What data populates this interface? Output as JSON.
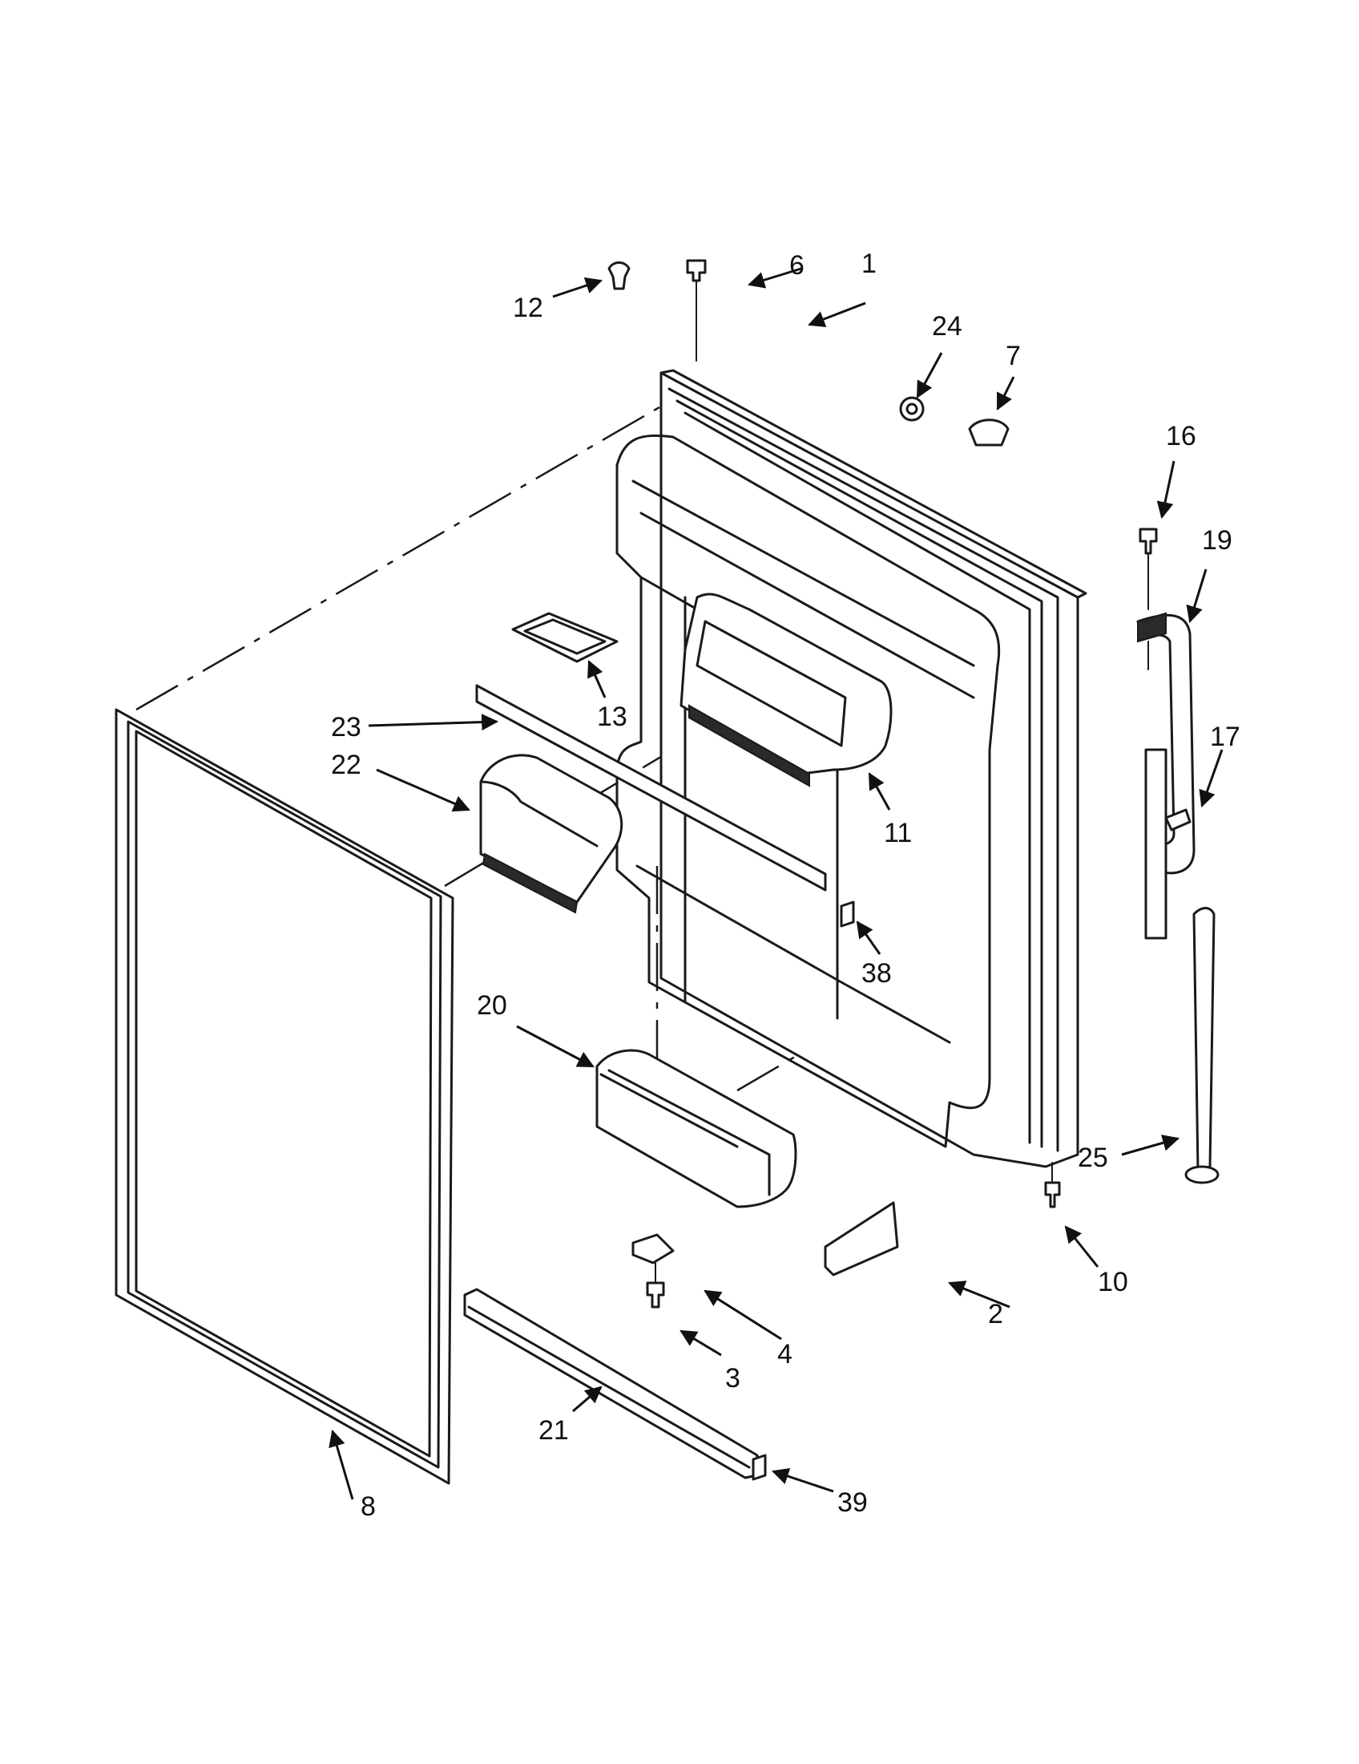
{
  "callouts": [
    {
      "id": "c1",
      "text": "1"
    },
    {
      "id": "c2",
      "text": "2"
    },
    {
      "id": "c3",
      "text": "3"
    },
    {
      "id": "c4",
      "text": "4"
    },
    {
      "id": "c6",
      "text": "6"
    },
    {
      "id": "c7",
      "text": "7"
    },
    {
      "id": "c8",
      "text": "8"
    },
    {
      "id": "c10",
      "text": "10"
    },
    {
      "id": "c11",
      "text": "11"
    },
    {
      "id": "c12",
      "text": "12"
    },
    {
      "id": "c13",
      "text": "13"
    },
    {
      "id": "c16",
      "text": "16"
    },
    {
      "id": "c17",
      "text": "17"
    },
    {
      "id": "c19",
      "text": "19"
    },
    {
      "id": "c20",
      "text": "20"
    },
    {
      "id": "c21",
      "text": "21"
    },
    {
      "id": "c22",
      "text": "22"
    },
    {
      "id": "c23",
      "text": "23"
    },
    {
      "id": "c24",
      "text": "24"
    },
    {
      "id": "c25",
      "text": "25"
    },
    {
      "id": "c38",
      "text": "38"
    },
    {
      "id": "c39",
      "text": "39"
    }
  ],
  "colors": {
    "line": "#1a1a1a",
    "background": "#ffffff"
  }
}
